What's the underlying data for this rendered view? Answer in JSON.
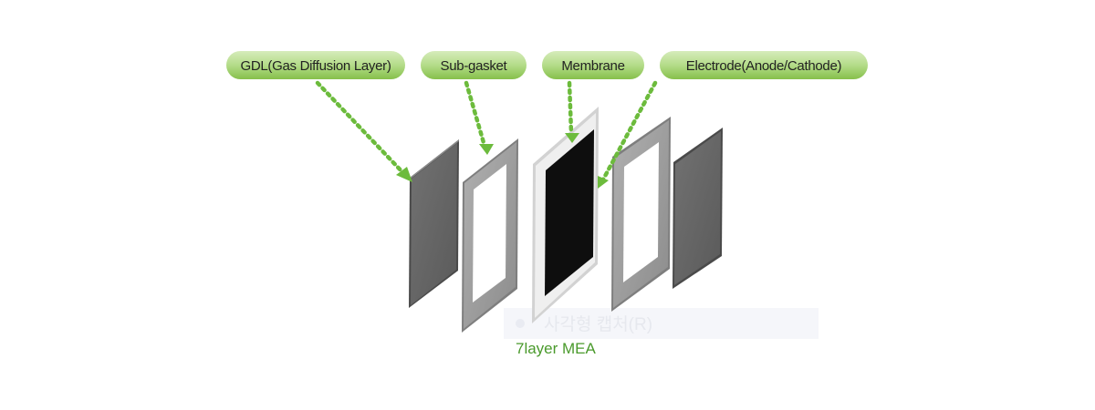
{
  "labels": {
    "gdl": "GDL(Gas Diffusion Layer)",
    "subgasket": "Sub-gasket",
    "membrane": "Membrane",
    "electrode": "Electrode(Anode/Cathode)"
  },
  "caption": "7layer MEA",
  "watermark": "사각형 캡처(R)",
  "colors": {
    "pill_green": "#8dc451",
    "pill_green_light": "#d6ecbb",
    "arrow_green": "#6cbb3c",
    "caption_green": "#4a9a2c",
    "gdl_gray": "#666666",
    "frame_gray": "#9d9d9d",
    "membrane_black": "#0e0e0e"
  },
  "icons": [
    "dotted-arrow-icon"
  ]
}
